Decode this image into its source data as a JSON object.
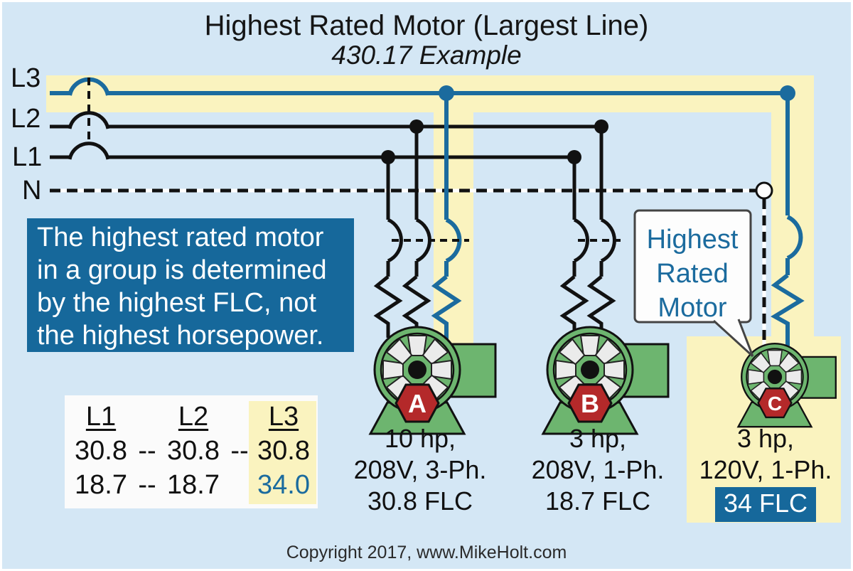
{
  "title": "Highest Rated Motor (Largest Line)",
  "subtitle": "430.17 Example",
  "bus_labels": {
    "l3": "L3",
    "l2": "L2",
    "l1": "L1",
    "n": "N"
  },
  "info_box": {
    "lines": [
      "The highest rated motor",
      "in a group is determined",
      "by the highest FLC, not",
      "the highest horsepower."
    ]
  },
  "callout": {
    "lines": [
      "Highest",
      "Rated",
      "Motor"
    ]
  },
  "motors": [
    {
      "badge": "A",
      "line1": "10 hp,",
      "line2": "208V, 3-Ph.",
      "line3": "30.8 FLC"
    },
    {
      "badge": "B",
      "line1": "3 hp,",
      "line2": "208V, 1-Ph.",
      "line3": "18.7 FLC"
    },
    {
      "badge": "C",
      "line1": "3 hp,",
      "line2": "120V, 1-Ph.",
      "line3": "34 FLC"
    }
  ],
  "table": {
    "headers": [
      "L1",
      "L2",
      "L3"
    ],
    "row1": [
      "30.8",
      "--",
      "30.8",
      "--",
      "30.8"
    ],
    "row2": [
      "18.7",
      "--",
      "18.7",
      "",
      "34.0"
    ]
  },
  "footer": "Copyright 2017, www.MikeHolt.com",
  "colors": {
    "background": "#d4e7f5",
    "highlight_yellow": "#faf3bf",
    "accent_blue": "#1b6b9e",
    "panel_blue": "#16689b",
    "motor_green": "#6db56f",
    "badge_red": "#b4292a",
    "callout_border": "#444444"
  }
}
